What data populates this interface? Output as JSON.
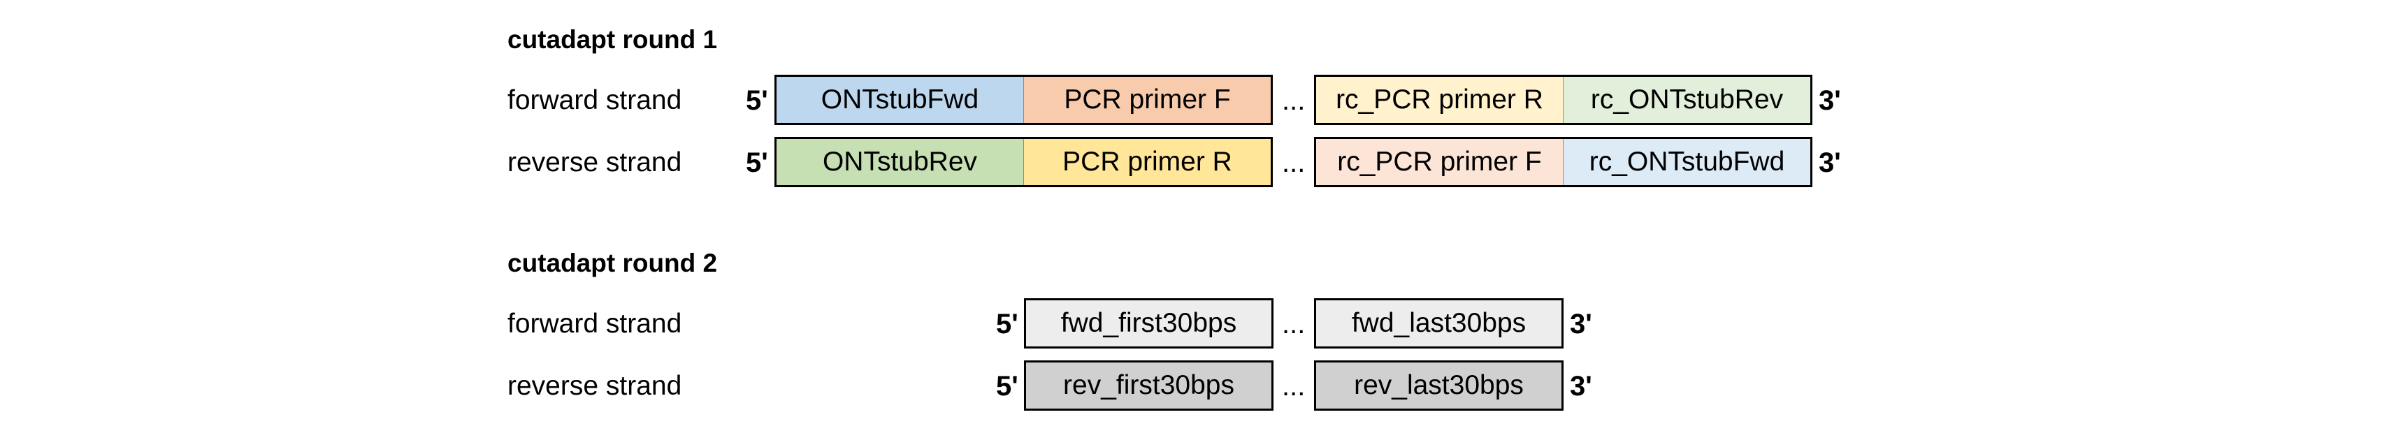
{
  "round1": {
    "title": "cutadapt round 1",
    "rows": [
      {
        "label": "forward strand",
        "five": "5'",
        "three": "3'",
        "dots": "...",
        "left": [
          {
            "text": "ONTstubFwd",
            "color": "#bdd7ee"
          },
          {
            "text": "PCR primer F",
            "color": "#f8cbad"
          }
        ],
        "right": [
          {
            "text": "rc_PCR primer R",
            "color": "#fff2cc"
          },
          {
            "text": "rc_ONTstubRev",
            "color": "#e2efda"
          }
        ]
      },
      {
        "label": "reverse strand",
        "five": "5'",
        "three": "3'",
        "dots": "...",
        "left": [
          {
            "text": "ONTstubRev",
            "color": "#c6e0b4"
          },
          {
            "text": "PCR primer R",
            "color": "#ffe699"
          }
        ],
        "right": [
          {
            "text": "rc_PCR primer F",
            "color": "#fce4d6"
          },
          {
            "text": "rc_ONTstubFwd",
            "color": "#ddebf7"
          }
        ]
      }
    ]
  },
  "round2": {
    "title": "cutadapt round 2",
    "rows": [
      {
        "label": "forward strand",
        "five": "5'",
        "three": "3'",
        "dots": "...",
        "left": [
          {
            "text": "fwd_first30bps",
            "color": "#ededed"
          }
        ],
        "right": [
          {
            "text": "fwd_last30bps",
            "color": "#ededed"
          }
        ]
      },
      {
        "label": "reverse strand",
        "five": "5'",
        "three": "3'",
        "dots": "...",
        "left": [
          {
            "text": "rev_first30bps",
            "color": "#d0d0d0"
          }
        ],
        "right": [
          {
            "text": "rev_last30bps",
            "color": "#d0d0d0"
          }
        ]
      }
    ]
  }
}
